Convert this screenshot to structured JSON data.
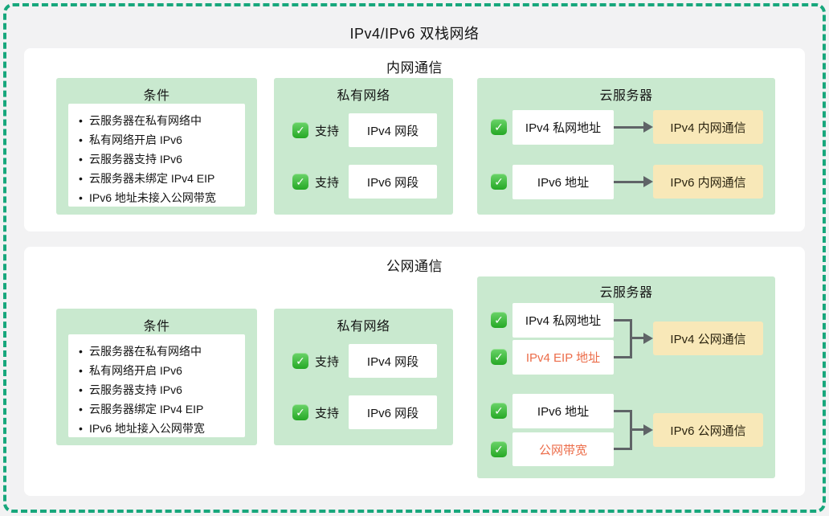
{
  "title": "IPv4/IPv6 双栈网络",
  "icons": {
    "check": "✓",
    "bullet": "•"
  },
  "colors": {
    "frame_border": "#18a77c",
    "background": "#f2f2f3",
    "panel": "#ffffff",
    "green_fill": "#c9e9cf",
    "yellow_fill": "#f8e8b8",
    "check_green": "#2eb12e",
    "highlight_text": "#ec6d4a",
    "connector_gray": "#5f6467"
  },
  "sections": [
    {
      "title": "内网通信",
      "conditions": {
        "title": "条件",
        "items": [
          "云服务器在私有网络中",
          "私有网络开启 IPv6",
          "云服务器支持 IPv6",
          "云服务器未绑定  IPv4 EIP",
          "IPv6 地址未接入公网带宽"
        ]
      },
      "private_network": {
        "title": "私有网络",
        "rows": [
          {
            "label": "支持",
            "box": "IPv4 网段"
          },
          {
            "label": "支持",
            "box": "IPv6 网段"
          }
        ]
      },
      "cloud_server": {
        "title": "云服务器",
        "rows": [
          {
            "box": "IPv4 私网地址",
            "target": "IPv4 内网通信"
          },
          {
            "box": "IPv6 地址",
            "target": "IPv6 内网通信"
          }
        ]
      }
    },
    {
      "title": "公网通信",
      "conditions": {
        "title": "条件",
        "items": [
          "云服务器在私有网络中",
          "私有网络开启 IPv6",
          "云服务器支持 IPv6",
          "云服务器绑定  IPv4 EIP",
          "IPv6 地址接入公网带宽"
        ]
      },
      "private_network": {
        "title": "私有网络",
        "rows": [
          {
            "label": "支持",
            "box": "IPv4 网段"
          },
          {
            "label": "支持",
            "box": "IPv6 网段"
          }
        ]
      },
      "cloud_server": {
        "title": "云服务器",
        "groups": [
          {
            "box1": "IPv4 私网地址",
            "box2": "IPv4 EIP 地址",
            "target": "IPv4 公网通信"
          },
          {
            "box1": "IPv6 地址",
            "box2": "公网带宽",
            "target": "IPv6 公网通信"
          }
        ]
      }
    }
  ]
}
